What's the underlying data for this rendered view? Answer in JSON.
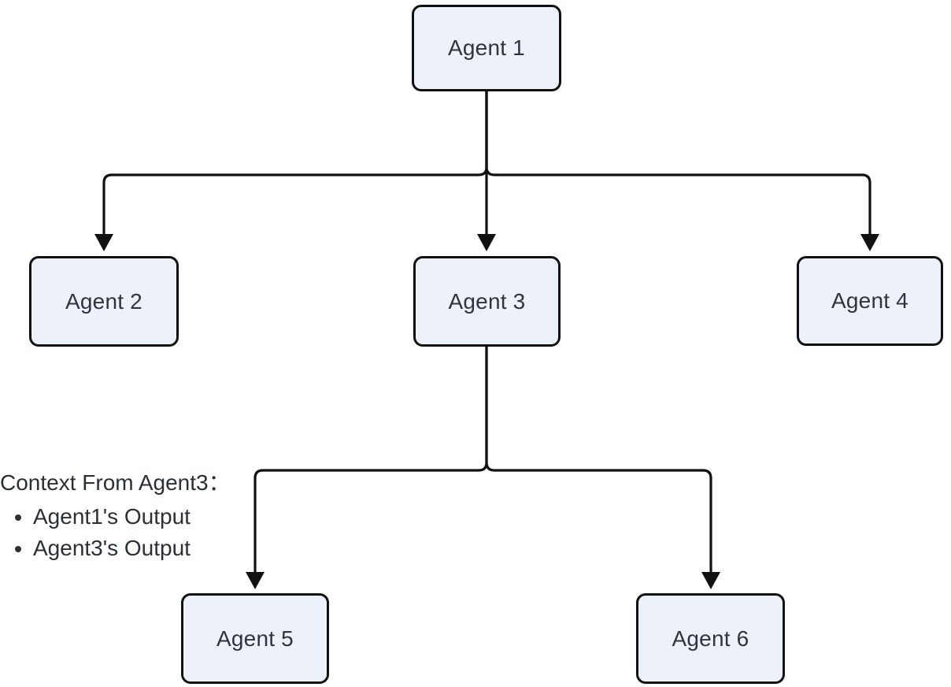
{
  "diagram": {
    "type": "flowchart",
    "nodes": [
      {
        "id": "agent-1",
        "label": "Agent 1"
      },
      {
        "id": "agent-2",
        "label": "Agent 2"
      },
      {
        "id": "agent-3",
        "label": "Agent 3"
      },
      {
        "id": "agent-4",
        "label": "Agent 4"
      },
      {
        "id": "agent-5",
        "label": "Agent 5"
      },
      {
        "id": "agent-6",
        "label": "Agent 6"
      }
    ],
    "edges": [
      {
        "from": "Agent 1",
        "to": "Agent 2"
      },
      {
        "from": "Agent 1",
        "to": "Agent 3"
      },
      {
        "from": "Agent 1",
        "to": "Agent 4"
      },
      {
        "from": "Agent 3",
        "to": "Agent 5"
      },
      {
        "from": "Agent 3",
        "to": "Agent 6"
      }
    ],
    "annotation": {
      "heading": "Context From Agent3：",
      "bullets": [
        "Agent1's Output",
        "Agent3's Output"
      ]
    },
    "colors": {
      "node_fill": "#ECF1FA",
      "node_border": "#111111",
      "connector": "#111111",
      "text": "#2F353F",
      "background": "#FFFFFF"
    }
  }
}
